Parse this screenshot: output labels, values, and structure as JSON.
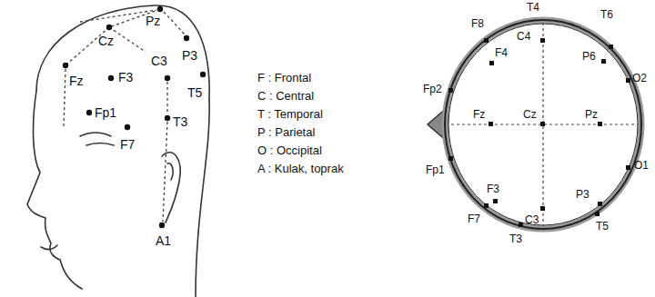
{
  "diagram": {
    "labels": [
      "Cz",
      "Pz",
      "Fz",
      "F3",
      "C3",
      "P3",
      "T5",
      "Fp1",
      "T3",
      "F7",
      "A1",
      "F : Frontal",
      "C : Central",
      "T : Temporal",
      "P : Parietal",
      "O : Occipital",
      "A : Kulak, toprak",
      "T4",
      "F8",
      "C4",
      "T6",
      "Fp2",
      "F4",
      "P6",
      "O2",
      "Fz",
      "Cz",
      "Pz",
      "Fp1",
      "F3",
      "P3",
      "O1",
      "F7",
      "C3",
      "T3",
      "T5"
    ]
  }
}
